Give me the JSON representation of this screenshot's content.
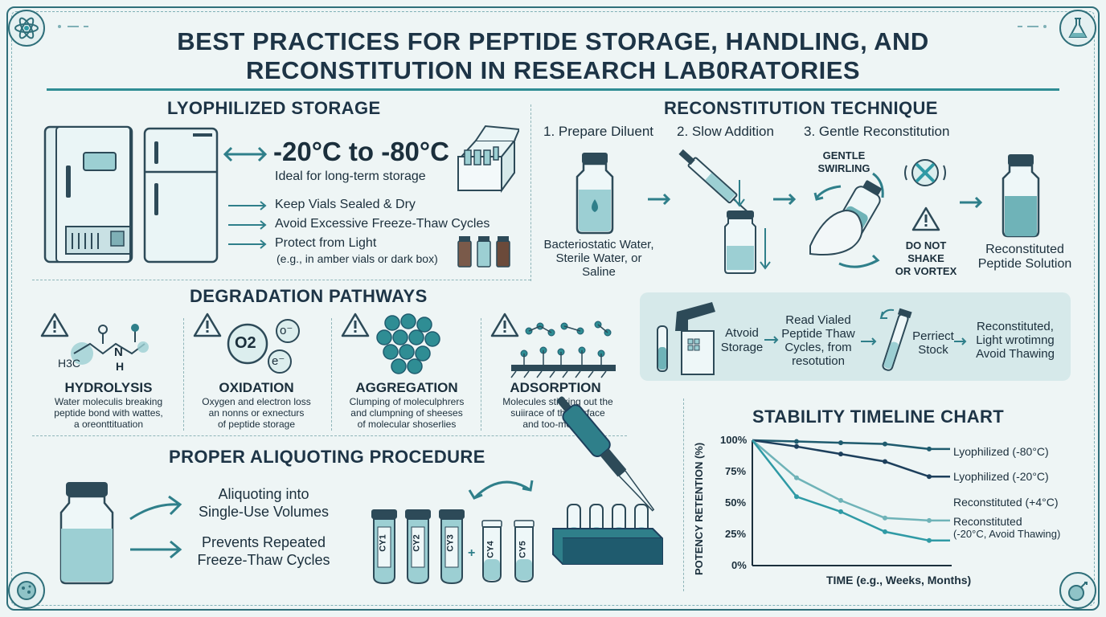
{
  "title": {
    "line1": "BEST PRACTICES FOR PEPTIDE STORAGE, HANDLING, AND",
    "line2": "RECONSTITUTION IN RESEARCH LAB0RATORIES"
  },
  "icons": {
    "top_left": "atom-icon",
    "top_right": "flask-icon",
    "bottom_left": "molecule-icon",
    "bottom_right": "flask-icon"
  },
  "lyophilized": {
    "title": "LYOPHILIZED STORAGE",
    "temp": "-20°C to -80°C",
    "temp_note": "Ideal for long-term storage",
    "items": [
      "Keep Vials Sealed & Dry",
      "Avoid Excessive Freeze-Thaw Cycles",
      "Protect from Light"
    ],
    "light_note": "(e.g., in amber vials or dark box)"
  },
  "reconstitution": {
    "title": "RECONSTITUTION TECHNIQUE",
    "steps": [
      "1. Prepare Diluent",
      "2. Slow Addition",
      "3. Gentle Reconstitution"
    ],
    "diluent": [
      "Bacteriostatic Water,",
      "Sterile Water, or",
      "Saline"
    ],
    "swirl": [
      "GENTLE",
      "SWIRLING"
    ],
    "warning": [
      "DO NOT",
      "SHAKE",
      "OR VORTEX"
    ],
    "result": [
      "Reconstituted",
      "Peptide Solution"
    ]
  },
  "degradation": {
    "title": "DEGRADATION PATHWAYS",
    "pathways": [
      {
        "name": "HYDROLYSIS",
        "desc": [
          "Water moleculis breaking",
          "peptide bond with wattes,",
          "a oreonttituation"
        ]
      },
      {
        "name": "OXIDATION",
        "desc": [
          "Oxygen and electron loss",
          "an nonns or exnecturs",
          "of peptide storage"
        ]
      },
      {
        "name": "AGGREGATION",
        "desc": [
          "Clumping of moleculphrers",
          "and clumpning of sheeses",
          "of molecular shoserlies"
        ]
      },
      {
        "name": "ADSORPTION",
        "desc": [
          "Molecules sticking out the",
          "suiirace of the surface",
          "and too-mormos"
        ]
      }
    ],
    "molecule_labels": {
      "h3c": "H3C",
      "n": "N",
      "h": "H",
      "o2": "O2",
      "o_minus": "o⁻",
      "e_minus": "e⁻"
    }
  },
  "freeze_panel": {
    "items": [
      [
        "Atvoid",
        "Storage"
      ],
      [
        "Read Vialed",
        "Peptide Thaw",
        "Cycles, from",
        "resotution"
      ],
      [
        "Perriect",
        "Stock"
      ],
      [
        "Reconstituted,",
        "Light wrotimng",
        "Avoid Thawing"
      ]
    ]
  },
  "aliquoting": {
    "title": "PROPER ALIQUOTING PROCEDURE",
    "point1": [
      "Aliquoting into",
      "Single-Use Volumes"
    ],
    "point2": [
      "Prevents Repeated",
      "Freeze-Thaw Cycles"
    ],
    "tubes": [
      "CY1",
      "CY2",
      "CY3",
      "CY4",
      "CY5"
    ],
    "plus": "+"
  },
  "chart_data": {
    "type": "line",
    "title": "STABILITY TIMELINE CHART",
    "xlabel": "TIME (e.g., Weeks, Months)",
    "ylabel": "POTENCY RETENTION (%)",
    "yticks": [
      "100%",
      "75%",
      "50%",
      "25%",
      "0%"
    ],
    "ylim": [
      0,
      100
    ],
    "x": [
      0,
      1,
      2,
      3,
      4
    ],
    "series": [
      {
        "name": "Lyophilized (-80°C)",
        "color": "#1f5b6e",
        "values": [
          100,
          99,
          98,
          97,
          93
        ]
      },
      {
        "name": "Lyophilized (-20°C)",
        "color": "#1d3f5c",
        "values": [
          100,
          95,
          89,
          83,
          71
        ]
      },
      {
        "name": "Reconstituted (+4°C)",
        "color": "#6fb3b8",
        "values": [
          100,
          70,
          52,
          38,
          36
        ]
      },
      {
        "name": "Reconstituted",
        "name_line2": "(-20°C, Avoid Thawing)",
        "color": "#2f9aa5",
        "values": [
          100,
          55,
          43,
          27,
          20
        ]
      }
    ]
  }
}
